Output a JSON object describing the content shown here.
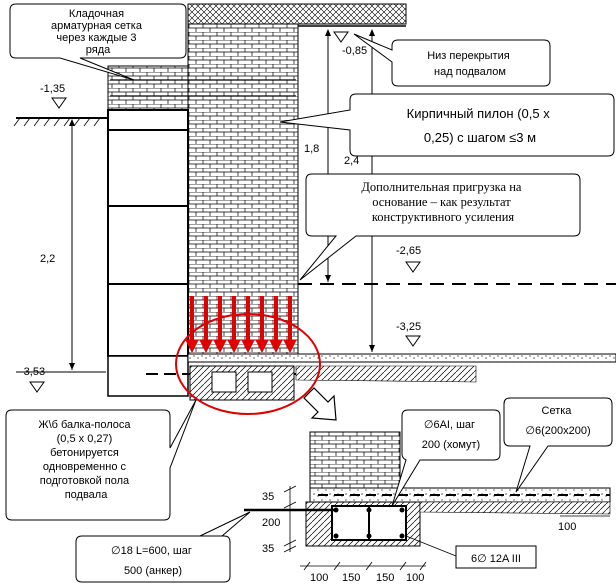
{
  "callouts": {
    "mesh": [
      "Кладочная",
      "арматурная сетка",
      "через каждые 3",
      "ряда"
    ],
    "slab_bottom": [
      "Низ перекрытия",
      "над подвалом"
    ],
    "pilon": [
      "Кирпичный пилон (0,5 х",
      "0,25) с шагом ≤3 м"
    ],
    "surcharge": [
      "Дополнительная пригрузка на",
      "основание – как результат",
      "конструктивного усиления"
    ],
    "beam": [
      "Ж\\б балка-полоса",
      "(0,5 х 0,27)",
      "бетонируется",
      "одновременно с",
      "подготовкой пола",
      "подвала"
    ],
    "stirrup": [
      "∅6AI, шаг",
      "200 (хомут)"
    ],
    "grid": [
      "Сетка",
      "∅6(200х200)"
    ],
    "anchor": [
      "∅18 L=600, шаг",
      "500 (анкер)"
    ],
    "rebar": "6∅ 12A III"
  },
  "levels": {
    "l085": "-0,85",
    "l135": "-1,35",
    "l265": "-2,65",
    "l325": "-3,25",
    "l353": "-3,53"
  },
  "dimensions": {
    "d18": "1,8",
    "d24": "2,4",
    "d22": "2,2",
    "d35a": "35",
    "d200": "200",
    "d35b": "35",
    "d100r": "100",
    "bottom": [
      "100",
      "150",
      "150",
      "100"
    ]
  },
  "colors": {
    "surcharge_arrow": "#e00000",
    "highlight_circle": "#e00000"
  }
}
